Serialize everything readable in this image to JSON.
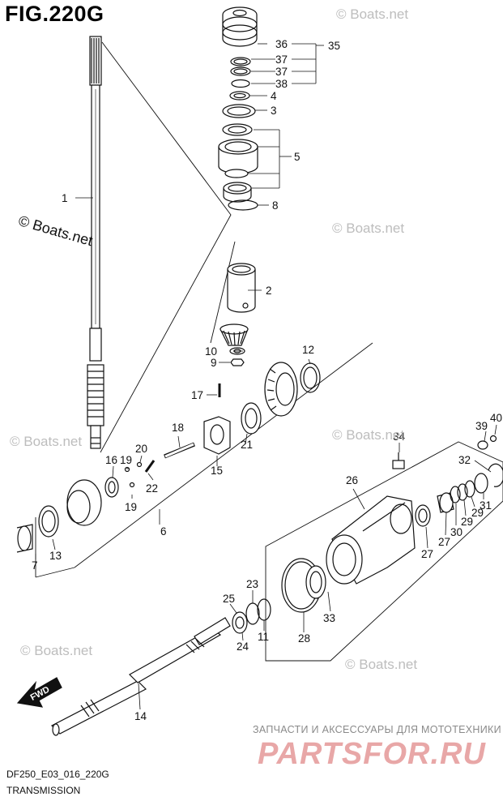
{
  "figure": {
    "title": "FIG.220G",
    "model_code": "DF250_E03_016_220G",
    "section_name": "TRANSMISSION"
  },
  "watermarks": {
    "site": "© Boats.net",
    "dealer_tagline": "ЗАПЧАСТИ И АКСЕССУАРЫ ДЛЯ МОТОТЕХНИКИ",
    "dealer_logo": "PARTSFOR.RU"
  },
  "direction_arrow": {
    "label": "FWD"
  },
  "callouts": [
    {
      "part": "1"
    },
    {
      "part": "2"
    },
    {
      "part": "3"
    },
    {
      "part": "4"
    },
    {
      "part": "5"
    },
    {
      "part": "6"
    },
    {
      "part": "7"
    },
    {
      "part": "8"
    },
    {
      "part": "9"
    },
    {
      "part": "10"
    },
    {
      "part": "11"
    },
    {
      "part": "12"
    },
    {
      "part": "13"
    },
    {
      "part": "14"
    },
    {
      "part": "15"
    },
    {
      "part": "16"
    },
    {
      "part": "17"
    },
    {
      "part": "18"
    },
    {
      "part": "19"
    },
    {
      "part": "19"
    },
    {
      "part": "20"
    },
    {
      "part": "21"
    },
    {
      "part": "22"
    },
    {
      "part": "23"
    },
    {
      "part": "24"
    },
    {
      "part": "25"
    },
    {
      "part": "26"
    },
    {
      "part": "27"
    },
    {
      "part": "27"
    },
    {
      "part": "28"
    },
    {
      "part": "29"
    },
    {
      "part": "29"
    },
    {
      "part": "30"
    },
    {
      "part": "31"
    },
    {
      "part": "32"
    },
    {
      "part": "33"
    },
    {
      "part": "34"
    },
    {
      "part": "35"
    },
    {
      "part": "36"
    },
    {
      "part": "37"
    },
    {
      "part": "37"
    },
    {
      "part": "38"
    },
    {
      "part": "39"
    },
    {
      "part": "40"
    }
  ],
  "colors": {
    "line": "#111111",
    "watermark": "#bdbdbd",
    "brand": "#e8a7a7"
  }
}
